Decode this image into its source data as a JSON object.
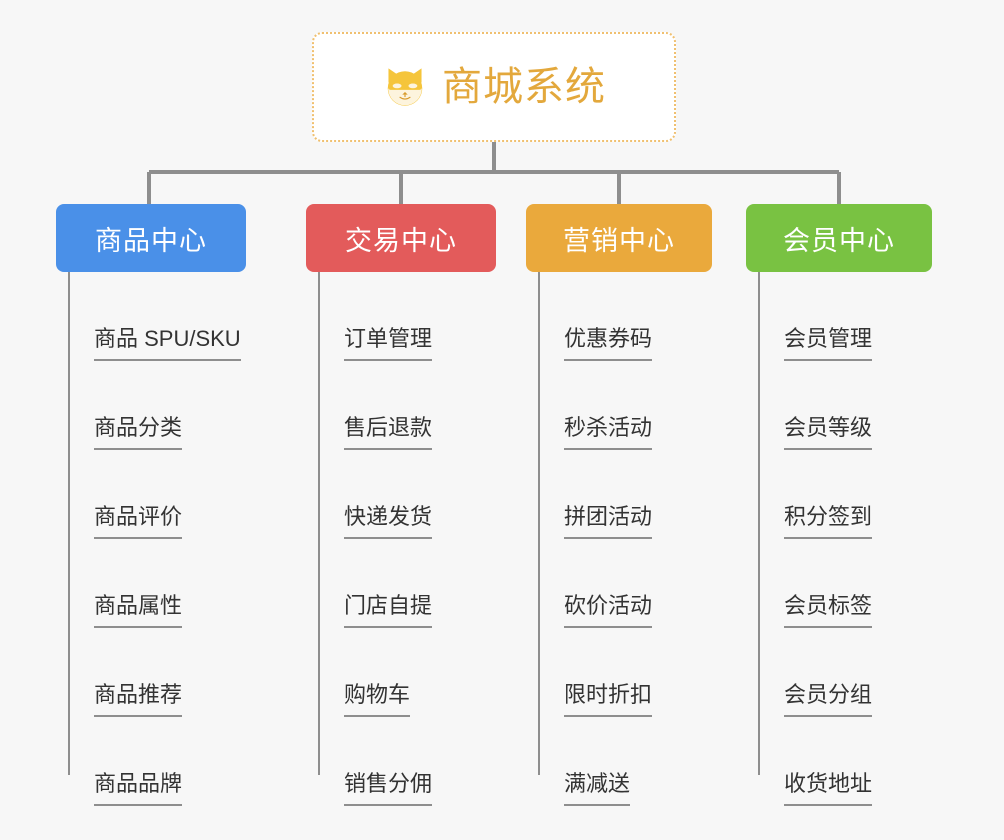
{
  "root": {
    "title": "商城系统",
    "icon": "shiba-dog-icon",
    "border_color": "#f0c070",
    "text_color": "#e3a83c",
    "background": "#ffffff"
  },
  "canvas": {
    "background": "#f7f7f7",
    "connector_color": "#8e8e8e"
  },
  "branches": [
    {
      "label": "商品中心",
      "color": "#4a90e8",
      "children": [
        {
          "label": "商品 SPU/SKU"
        },
        {
          "label": "商品分类"
        },
        {
          "label": "商品评价"
        },
        {
          "label": "商品属性"
        },
        {
          "label": "商品推荐"
        },
        {
          "label": "商品品牌"
        }
      ]
    },
    {
      "label": "交易中心",
      "color": "#e35b5b",
      "children": [
        {
          "label": "订单管理"
        },
        {
          "label": "售后退款"
        },
        {
          "label": "快递发货"
        },
        {
          "label": "门店自提"
        },
        {
          "label": "购物车"
        },
        {
          "label": "销售分佣"
        }
      ]
    },
    {
      "label": "营销中心",
      "color": "#eaa93c",
      "children": [
        {
          "label": "优惠券码"
        },
        {
          "label": "秒杀活动"
        },
        {
          "label": "拼团活动"
        },
        {
          "label": "砍价活动"
        },
        {
          "label": "限时折扣"
        },
        {
          "label": "满减送"
        }
      ]
    },
    {
      "label": "会员中心",
      "color": "#79c242",
      "children": [
        {
          "label": "会员管理"
        },
        {
          "label": "会员等级"
        },
        {
          "label": "积分签到"
        },
        {
          "label": "会员标签"
        },
        {
          "label": "会员分组"
        },
        {
          "label": "收货地址"
        }
      ]
    }
  ]
}
